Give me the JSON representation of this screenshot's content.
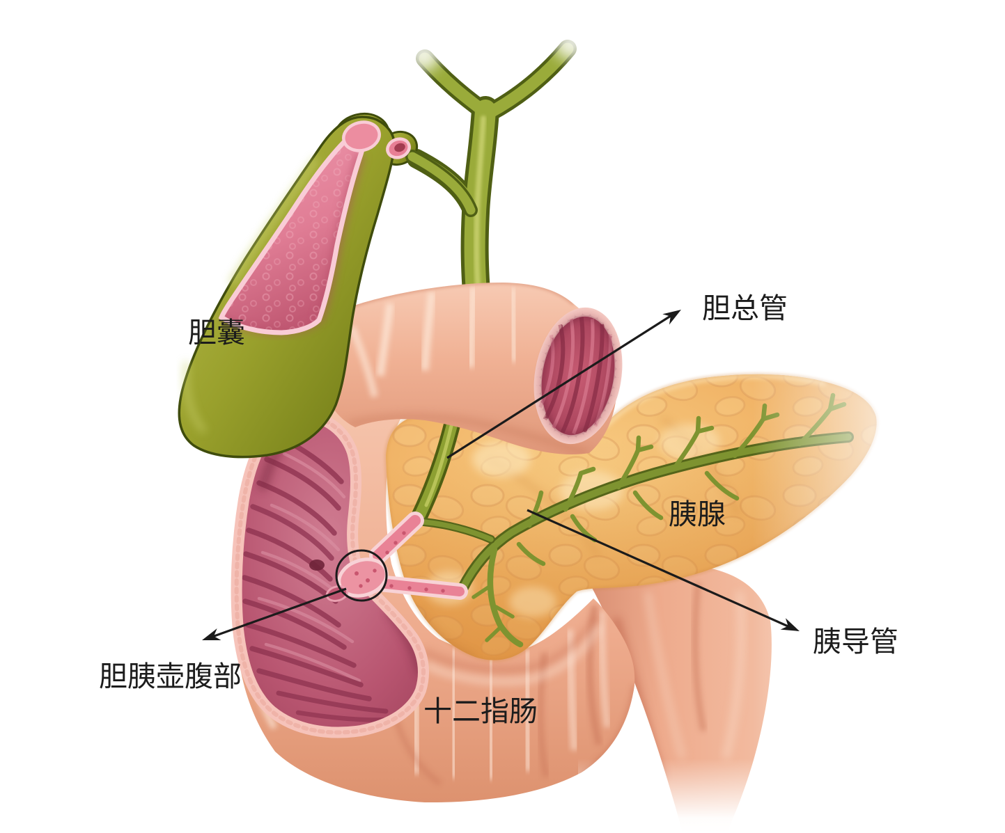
{
  "figure": {
    "type": "anatomical-illustration",
    "subject": "biliary-and-pancreatic-ducts",
    "background": "#ffffff"
  },
  "labels": {
    "gallbladder": "胆囊",
    "common_bile_duct": "胆总管",
    "pancreas": "胰腺",
    "pancreatic_duct": "胰导管",
    "hepatopancreatic_ampulla": "胆胰壶腹部",
    "duodenum": "十二指肠"
  },
  "colors": {
    "gallbladder_green": "#8d9424",
    "duct_green": "#8da032",
    "duct_outline": "#4e5e12",
    "intestine_salmon": "#f0b194",
    "intestine_shadow": "#d98f73",
    "mucosa_rose": "#b85570",
    "mucosa_fold_dark": "#8e3350",
    "cut_rim_pink": "#f7cdc5",
    "pancreas_gold": "#efae60",
    "pancreas_lobule": "#d99a58",
    "annotation_black": "#1b1b1b"
  }
}
